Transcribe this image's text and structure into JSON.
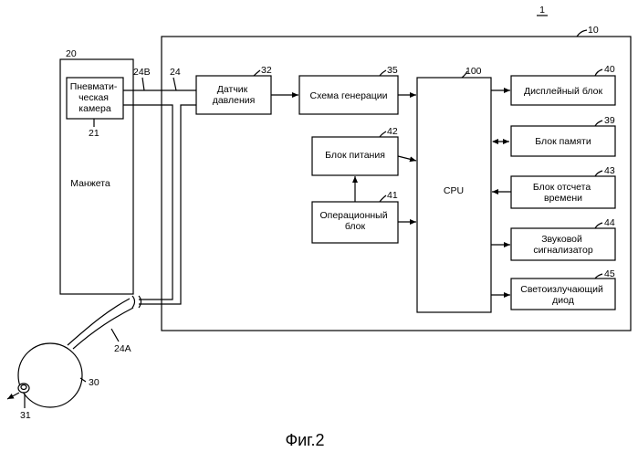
{
  "figure_number": "1",
  "caption": "Фиг.2",
  "refs": {
    "device": "10",
    "cuff": "20",
    "air_bladder": "21",
    "tube": "24",
    "tube_b": "24B",
    "tube_a": "24A",
    "bulb": "30",
    "valve": "31",
    "pressure_sensor": "32",
    "generation_circuit": "35",
    "memory": "39",
    "display": "40",
    "operation": "41",
    "power": "42",
    "timer": "43",
    "buzzer": "44",
    "led": "45",
    "cpu": "100"
  },
  "blocks": {
    "cuff": "Манжета",
    "air_bladder": [
      "Пневмати-",
      "ческая",
      "камера"
    ],
    "pressure_sensor": [
      "Датчик",
      "давления"
    ],
    "generation_circuit": [
      "Схема генерации"
    ],
    "power": [
      "Блок питания"
    ],
    "operation": [
      "Операционный",
      "блок"
    ],
    "cpu": "CPU",
    "display": [
      "Дисплейный блок"
    ],
    "memory": [
      "Блок памяти"
    ],
    "timer": [
      "Блок отсчета",
      "времени"
    ],
    "buzzer": [
      "Звуковой",
      "сигнализатор"
    ],
    "led": [
      "Светоизлучающий",
      "диод"
    ]
  }
}
